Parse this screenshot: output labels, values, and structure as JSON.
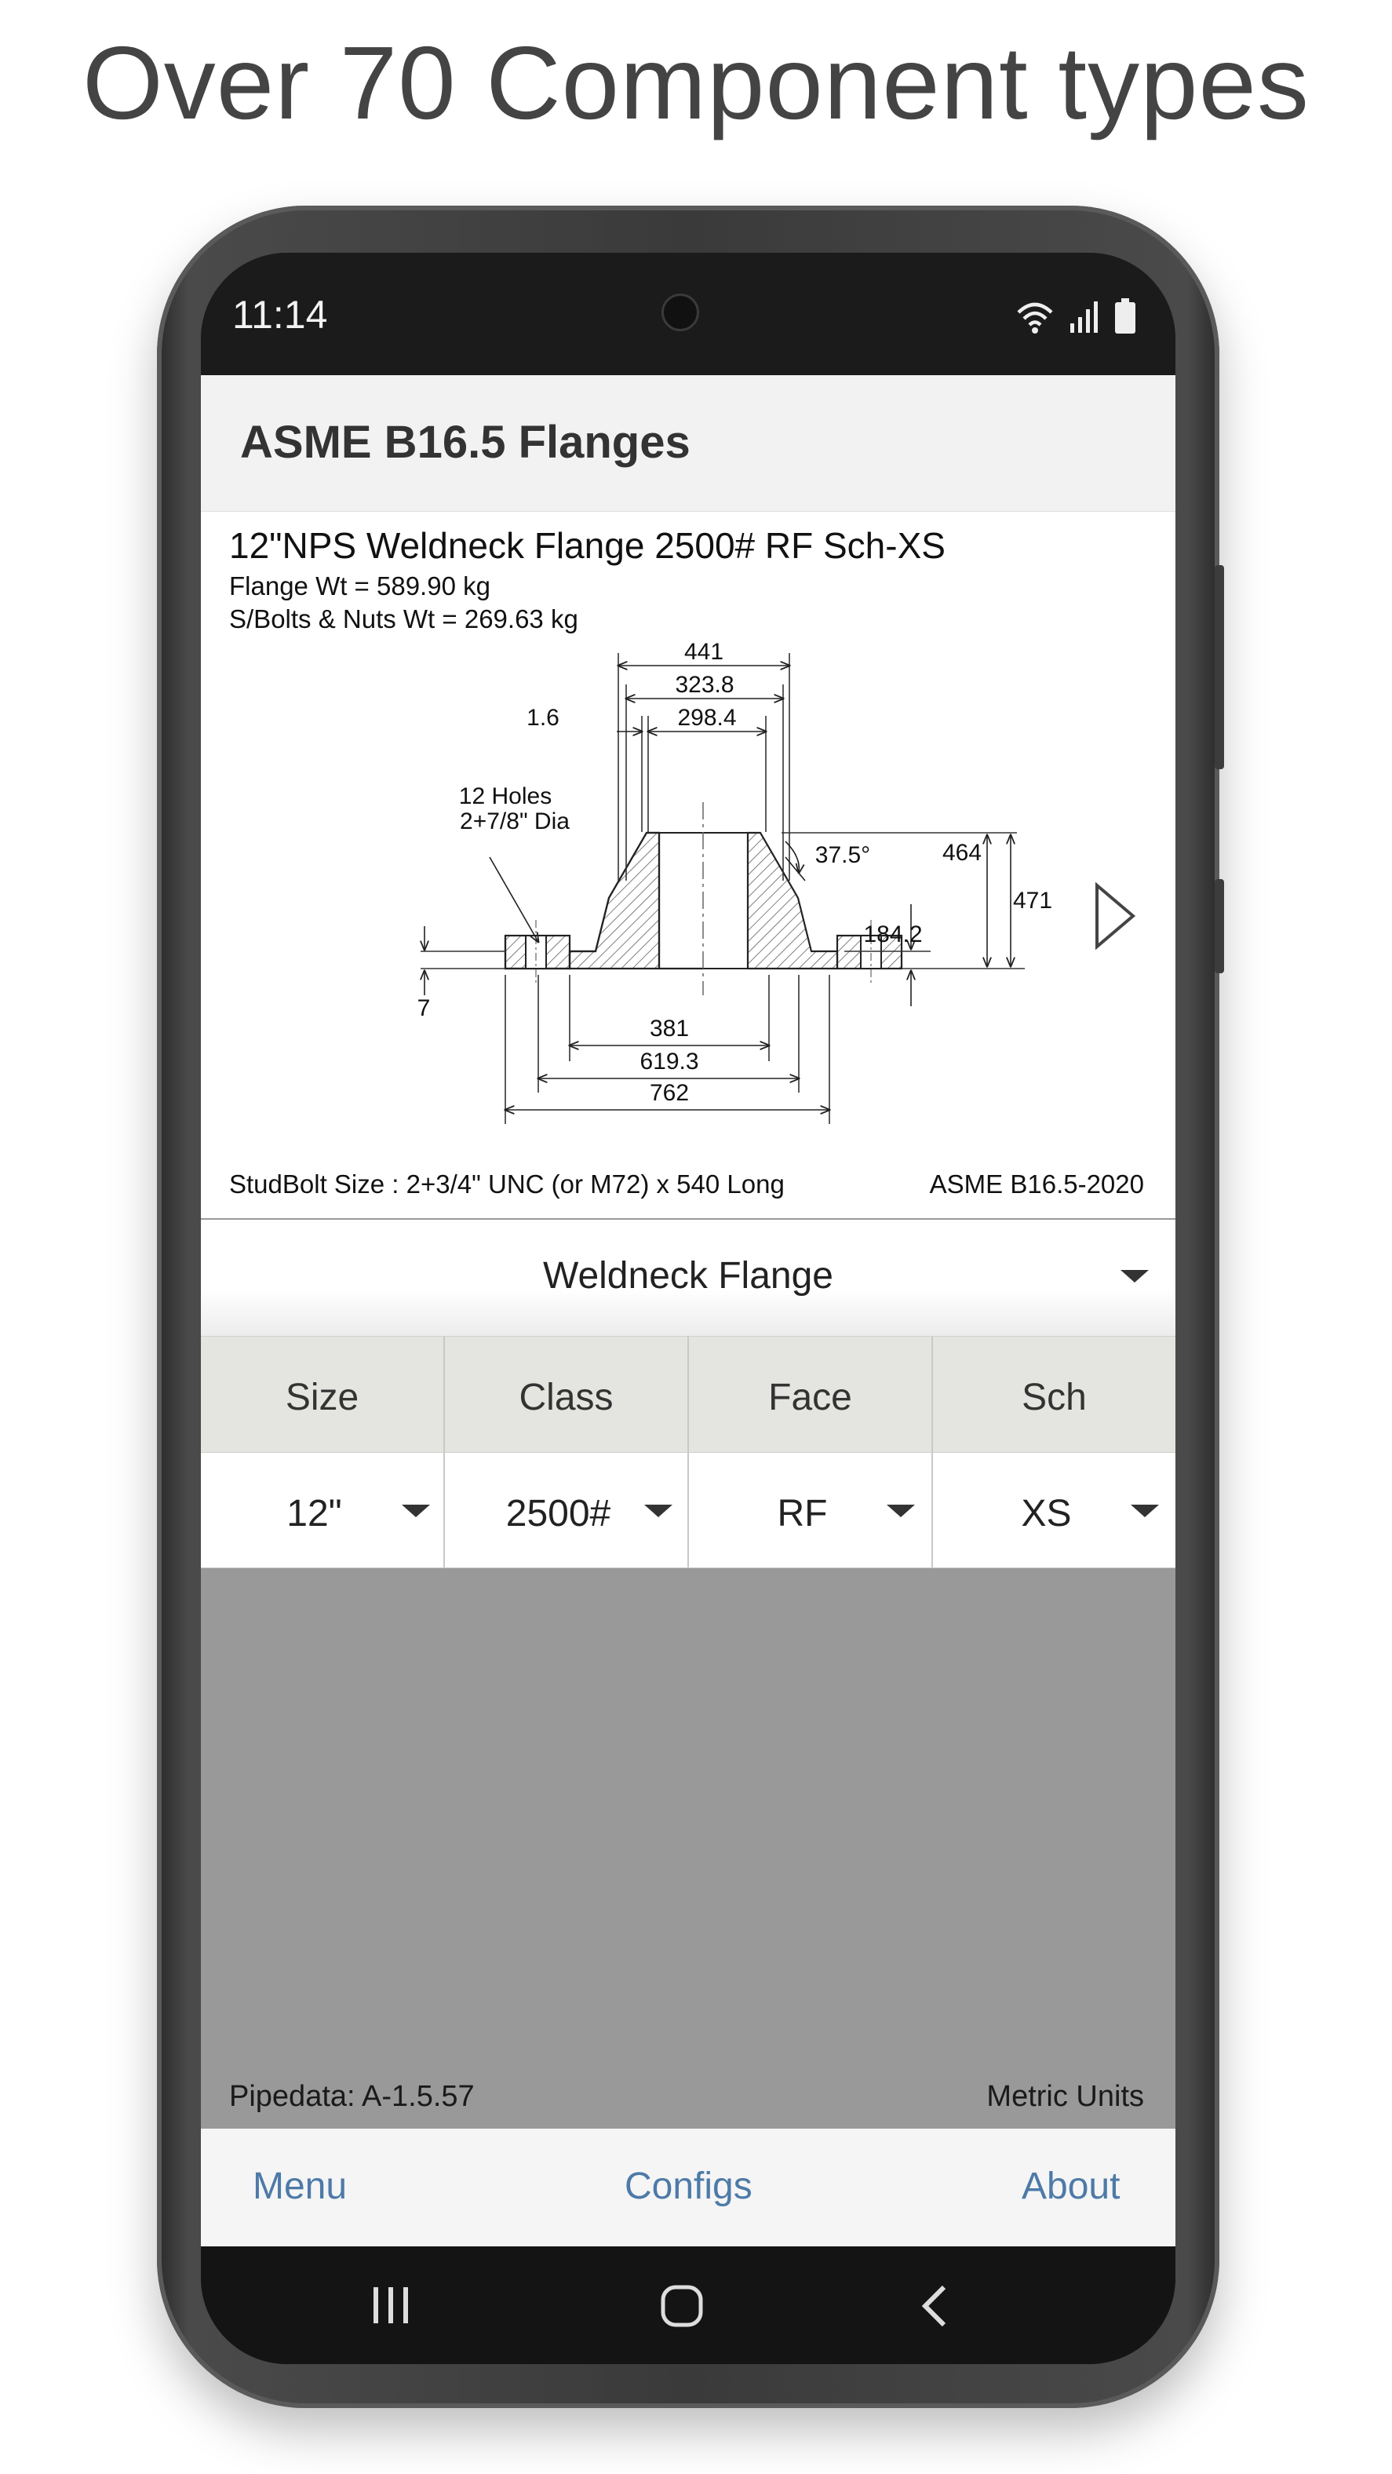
{
  "promo": {
    "headline": "Over 70 Component types"
  },
  "status_bar": {
    "time": "11:14"
  },
  "app_bar": {
    "title": "ASME B16.5 Flanges"
  },
  "drawing": {
    "title": "12\"NPS Weldneck Flange 2500# RF Sch-XS",
    "flange_weight": "Flange Wt =  589.90 kg",
    "bolts_weight": "S/Bolts & Nuts Wt =  269.63 kg",
    "holes_line1": "12 Holes",
    "holes_line2": "2+7/8\" Dia",
    "angle": "37.5°",
    "dims": {
      "d441": "441",
      "d323_8": "323.8",
      "d298_4": "298.4",
      "d1_6": "1.6",
      "d464": "464",
      "d471": "471",
      "d184_2": "184.2",
      "d7": "7",
      "d381": "381",
      "d619_3": "619.3",
      "d762": "762"
    },
    "studbolt": "StudBolt Size : 2+3/4\" UNC  (or M72)  x 540 Long",
    "standard": "ASME B16.5-2020"
  },
  "type_select": {
    "value": "Weldneck Flange"
  },
  "options": {
    "headers": [
      "Size",
      "Class",
      "Face",
      "Sch"
    ],
    "values": [
      "12\"",
      "2500#",
      "RF",
      "XS"
    ]
  },
  "footer": {
    "version": "Pipedata: A-1.5.57",
    "units": "Metric Units"
  },
  "bottom_nav": {
    "menu": "Menu",
    "configs": "Configs",
    "about": "About"
  },
  "colors": {
    "nav_link": "#4d7aa8",
    "gray_area": "#999999",
    "app_bar": "#f2f2f2",
    "grid_header": "#e4e4e0"
  }
}
